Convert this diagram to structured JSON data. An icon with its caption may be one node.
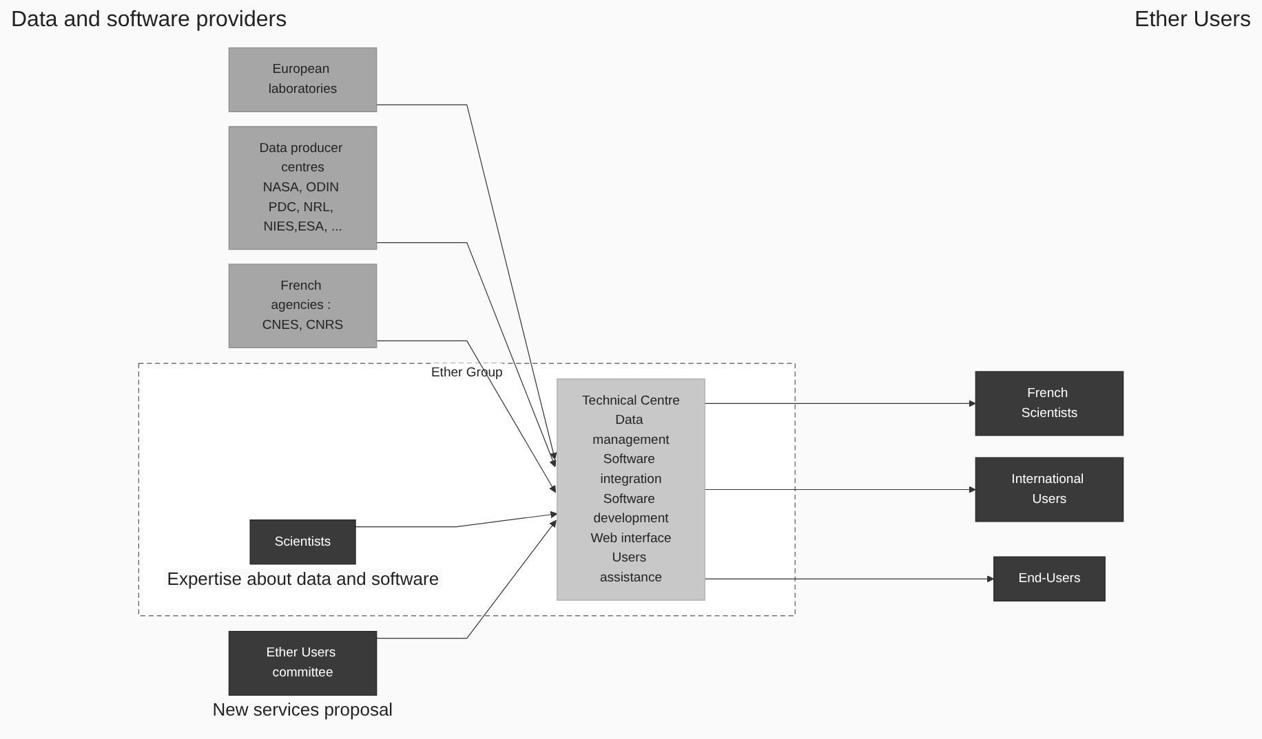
{
  "diagram": {
    "nodes": [
      {
        "text": [
          "Ether Group"
        ]
      },
      {
        "text": [
          "Technical Centre",
          "Data management",
          "Software integration",
          "Software development",
          "Web interface",
          "Users assistance"
        ],
        "in": 0
      },
      {
        "text": [
          "European laboratories"
        ]
      },
      {
        "text": [
          "Data producer centres",
          "NASA, ODIN PDC, NRL, NIES,ESA, ..."
        ]
      },
      {
        "text": [
          "French agencies : CNES, CNRS"
        ]
      },
      {
        "text": [
          "French Scientists"
        ]
      },
      {
        "text": [
          "International Users"
        ]
      },
      {
        "text": [
          "End-Users"
        ]
      },
      {
        "text": [
          "Scientists"
        ],
        "beside": [
          "Expertise about data and software"
        ],
        "in": 0
      },
      {
        "text": [
          "Ether Users committee"
        ],
        "beside": [
          "New services proposal"
        ]
      }
    ],
    "edges": [
      {
        "from": 2,
        "to": 1,
        "arrow": "to"
      },
      {
        "from": 3,
        "to": 1,
        "arrow": "to"
      },
      {
        "from": 4,
        "to": 1,
        "arrow": "to"
      },
      {
        "from": 1,
        "to": 5,
        "arrow": "to"
      },
      {
        "from": 1,
        "to": 6,
        "arrow": "to"
      },
      {
        "from": 1,
        "to": 7,
        "arrow": "to"
      },
      {
        "from": 8,
        "to": 1,
        "arrow": "to"
      },
      {
        "from": 9,
        "to": 1,
        "arrow": "to"
      }
    ],
    "labels": [
      "Data and software providers",
      "Ether Users"
    ]
  }
}
